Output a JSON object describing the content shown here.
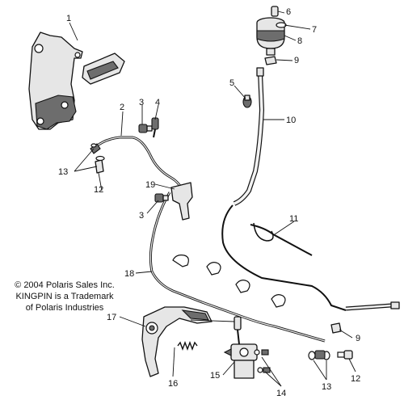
{
  "callouts": {
    "c1": "1",
    "c2": "2",
    "c3a": "3",
    "c3b": "3",
    "c4": "4",
    "c5": "5",
    "c6": "6",
    "c7": "7",
    "c8": "8",
    "c9a": "9",
    "c9b": "9",
    "c10": "10",
    "c11": "11",
    "c12a": "12",
    "c12b": "12",
    "c13a": "13",
    "c13b": "13",
    "c14": "14",
    "c15": "15",
    "c16": "16",
    "c17": "17",
    "c18": "18",
    "c19": "19"
  },
  "note": {
    "line1": "© 2004 Polaris Sales Inc.",
    "line2": "KINGPIN is a Trademark",
    "line3": "of Polaris Industries"
  }
}
